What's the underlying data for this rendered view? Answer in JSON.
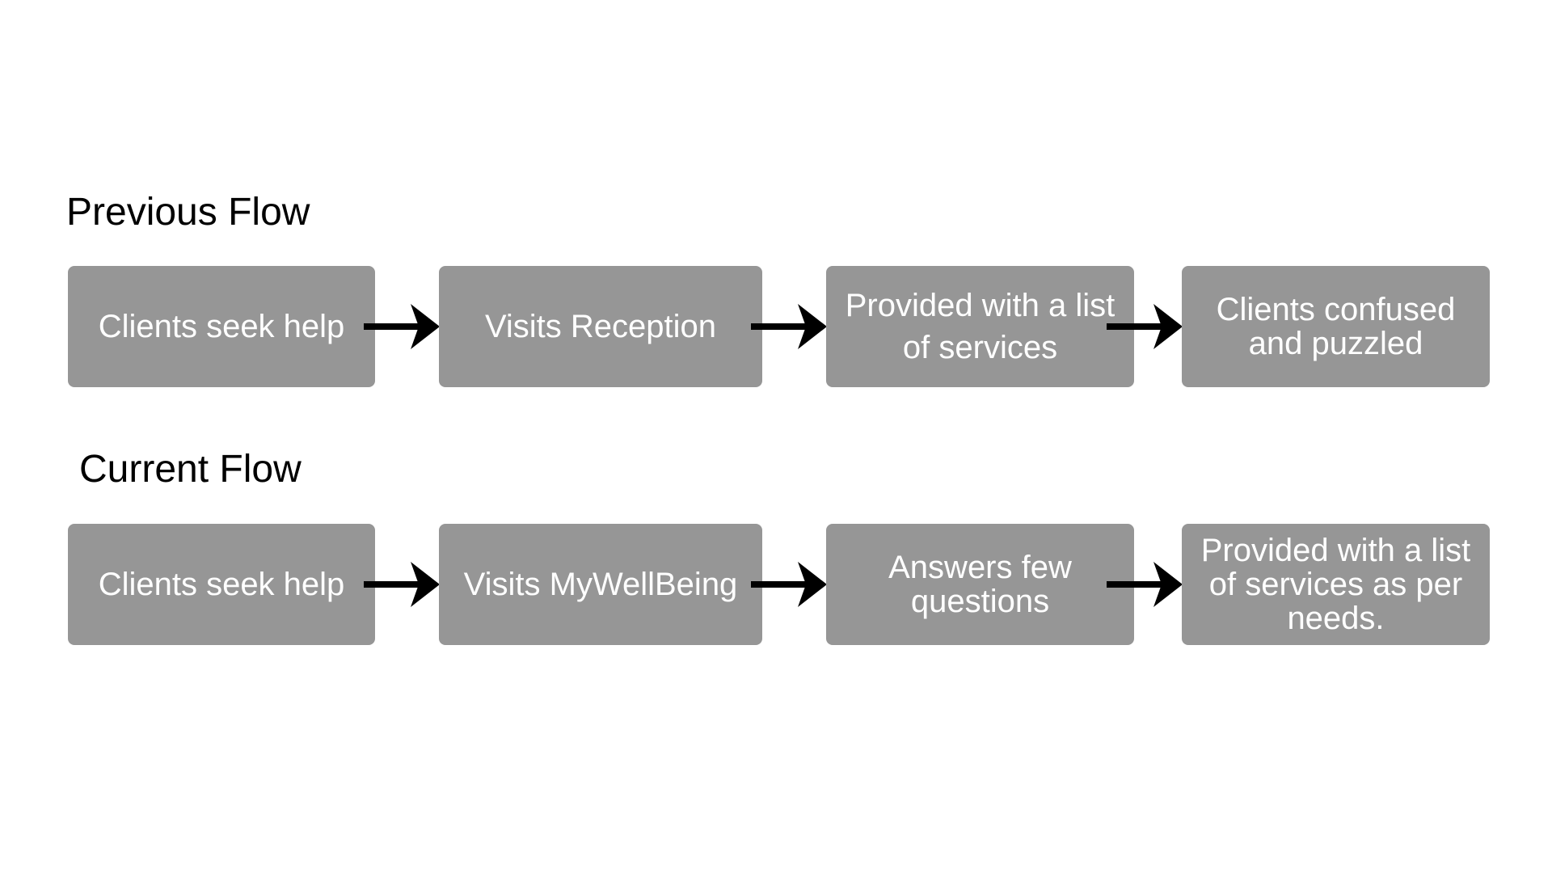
{
  "previous_flow": {
    "title": "Previous Flow",
    "steps": [
      "Clients seek help",
      "Visits Reception",
      "Provided with a list of services",
      "Clients confused and puzzled"
    ]
  },
  "current_flow": {
    "title": "Current Flow",
    "steps": [
      "Clients seek help",
      "Visits MyWellBeing",
      "Answers few questions",
      "Provided with a list of services as per needs."
    ]
  },
  "colors": {
    "box_fill": "#969696",
    "box_text": "#ffffff",
    "arrow": "#000000",
    "title": "#000000",
    "background": "#ffffff"
  },
  "icons": {
    "flow_connector": "arrow-right-icon"
  }
}
